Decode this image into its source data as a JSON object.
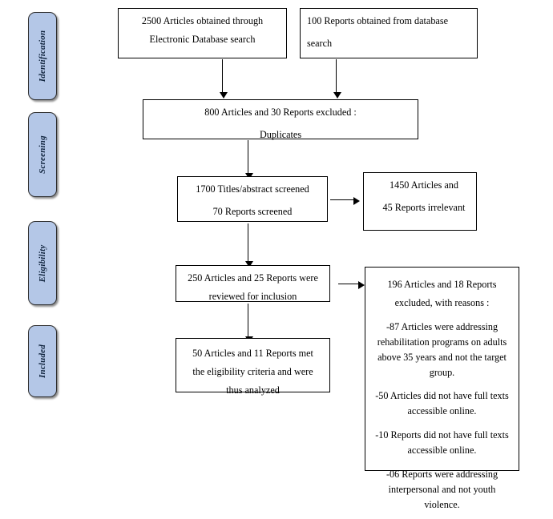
{
  "diagram": {
    "type": "prisma-flow-diagram",
    "accent_color": "#b4c7e7",
    "border_color": "#000000",
    "background_color": "#ffffff"
  },
  "phases": [
    {
      "id": "identification",
      "label": "Identification"
    },
    {
      "id": "screening",
      "label": "Screening"
    },
    {
      "id": "eligibility",
      "label": "Eligibility"
    },
    {
      "id": "included",
      "label": "Included"
    }
  ],
  "boxes": {
    "database_articles": {
      "line1": "2500 Articles obtained through",
      "line2": "Electronic Database search"
    },
    "database_reports": {
      "line1": "100 Reports obtained from database",
      "line2": "search"
    },
    "duplicates_excluded": {
      "line1": "800 Articles and 30 Reports excluded :",
      "line2": "Duplicates"
    },
    "screened": {
      "line1": "1700 Titles/abstract screened",
      "line2": "70 Reports screened"
    },
    "irrelevant": {
      "line1": "1450 Articles  and",
      "line2": "45 Reports irrelevant"
    },
    "reviewed_for_inclusion": {
      "line1": "250 Articles and 25 Reports were",
      "line2": "reviewed for inclusion"
    },
    "excluded_with_reasons": {
      "heading_line1": "196 Articles and 18 Reports",
      "heading_line2": "excluded, with reasons :",
      "reason1": "-87 Articles were addressing rehabilitation programs on adults above 35 years and not the target group.",
      "reason2": "-50  Articles did not have full texts accessible online.",
      "reason3": "-10 Reports did not have full texts accessible online.",
      "reason4": "-06 Reports  were addressing interpersonal and not youth violence."
    },
    "included_analyzed": {
      "line1": "50 Articles and 11 Reports met",
      "line2": "the eligibility criteria and were",
      "line3": "thus analyzed"
    }
  },
  "connectors": [
    {
      "id": "articles-to-duplicates",
      "direction": "down"
    },
    {
      "id": "reports-to-duplicates",
      "direction": "down"
    },
    {
      "id": "duplicates-to-screened",
      "direction": "down"
    },
    {
      "id": "screened-to-irrelevant",
      "direction": "right"
    },
    {
      "id": "screened-to-reviewed",
      "direction": "down"
    },
    {
      "id": "reviewed-to-excluded",
      "direction": "right"
    },
    {
      "id": "reviewed-to-included",
      "direction": "down"
    }
  ]
}
